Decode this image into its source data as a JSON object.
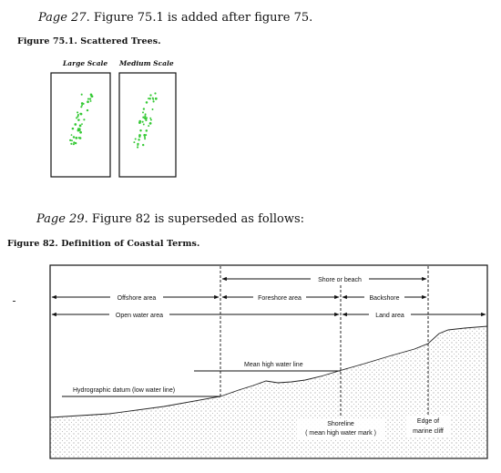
{
  "errata1": {
    "page_ref": "Page 27",
    "text": ". Figure 75.1 is added after figure 75."
  },
  "figure751": {
    "title": "Figure 75.1. Scattered Trees.",
    "scales": [
      "Large Scale",
      "Medium Scale"
    ]
  },
  "errata2": {
    "page_ref": "Page 29",
    "text": ". Figure 82 is superseded as follows:"
  },
  "figure82": {
    "title": "Figure 82. Definition of Coastal Terms.",
    "labels": {
      "shore": "Shore or beach",
      "offshore": "Offshore area",
      "foreshore": "Foreshore area",
      "backshore": "Backshore",
      "open_water": "Open water area",
      "land": "Land area",
      "mhwl": "Mean high water line",
      "datum": "Hydrographic datum (low water line)",
      "shoreline": "Shoreline",
      "shoreline_note": "( mean high water mark )",
      "edge": "Edge of",
      "cliff": "marine cliff"
    }
  }
}
